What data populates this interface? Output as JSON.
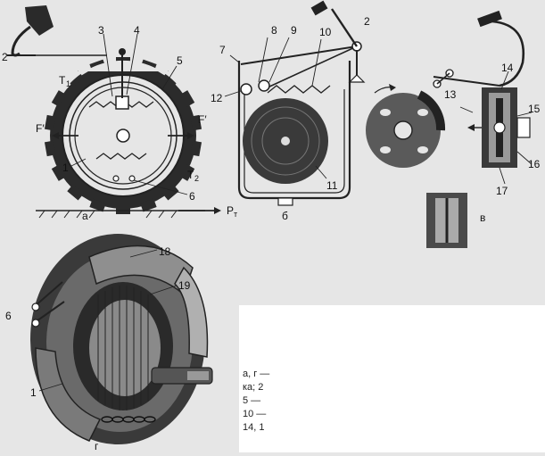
{
  "labels": {
    "p2a": "2",
    "p3": "3",
    "p4": "4",
    "p5": "5",
    "T1": "T",
    "T1sub": "1",
    "Fl": "F′",
    "Fr": "F′",
    "p1a": "1",
    "T2": "T",
    "T2sub": "2",
    "p6a": "6",
    "Pt": "P",
    "Ptsub": "т",
    "a": "а",
    "p7": "7",
    "p8": "8",
    "p9": "9",
    "p10": "10",
    "p2b": "2",
    "p12": "12",
    "p11": "11",
    "b": "б",
    "p13": "13",
    "p14": "14",
    "p15": "15",
    "p16": "16",
    "p17": "17",
    "v": "в",
    "p6b": "6",
    "p18": "18",
    "p19": "19",
    "p1b": "1",
    "g": "г"
  },
  "legend_lines": [
    "а, г —",
    "ка; 2",
    "5 —",
    "10 —",
    "14, 1"
  ]
}
